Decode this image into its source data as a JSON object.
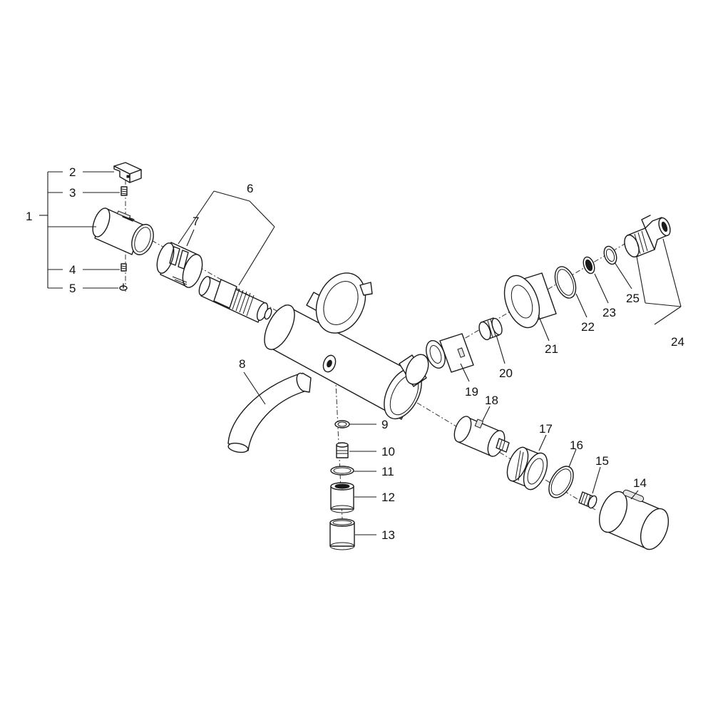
{
  "callouts": [
    "1",
    "2",
    "3",
    "4",
    "5",
    "6",
    "7",
    "8",
    "9",
    "10",
    "11",
    "12",
    "13",
    "14",
    "15",
    "16",
    "17",
    "18",
    "19",
    "20",
    "21",
    "22",
    "23",
    "24",
    "25"
  ],
  "colors": {
    "line": "#1a1a1a",
    "background": "#ffffff"
  }
}
